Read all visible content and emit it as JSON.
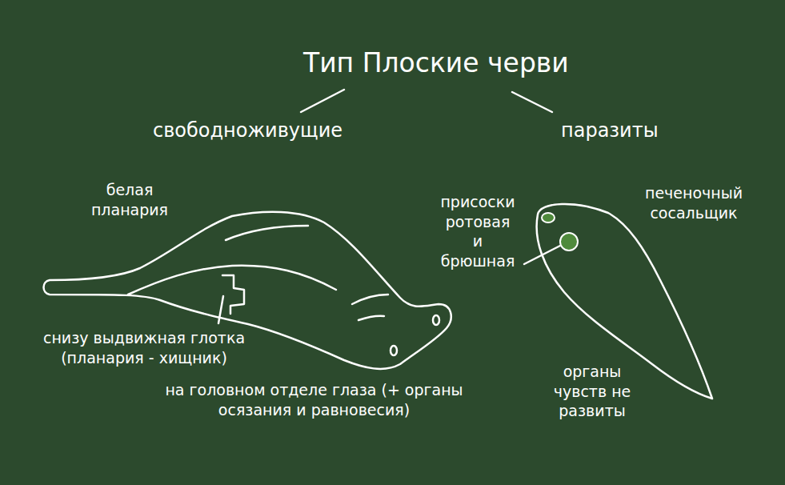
{
  "diagram": {
    "title": "Тип Плоские черви",
    "labels": [
      "свободноживущие",
      "паразиты",
      "белая планария",
      "снизу выдвижная глотка (планария - хищник)",
      "на головном отделе глаза (+ органы осязания и равновесия)",
      "присоски ротовая и брюшная",
      "печеночный сосальщик",
      "органы чувств не развиты"
    ]
  }
}
